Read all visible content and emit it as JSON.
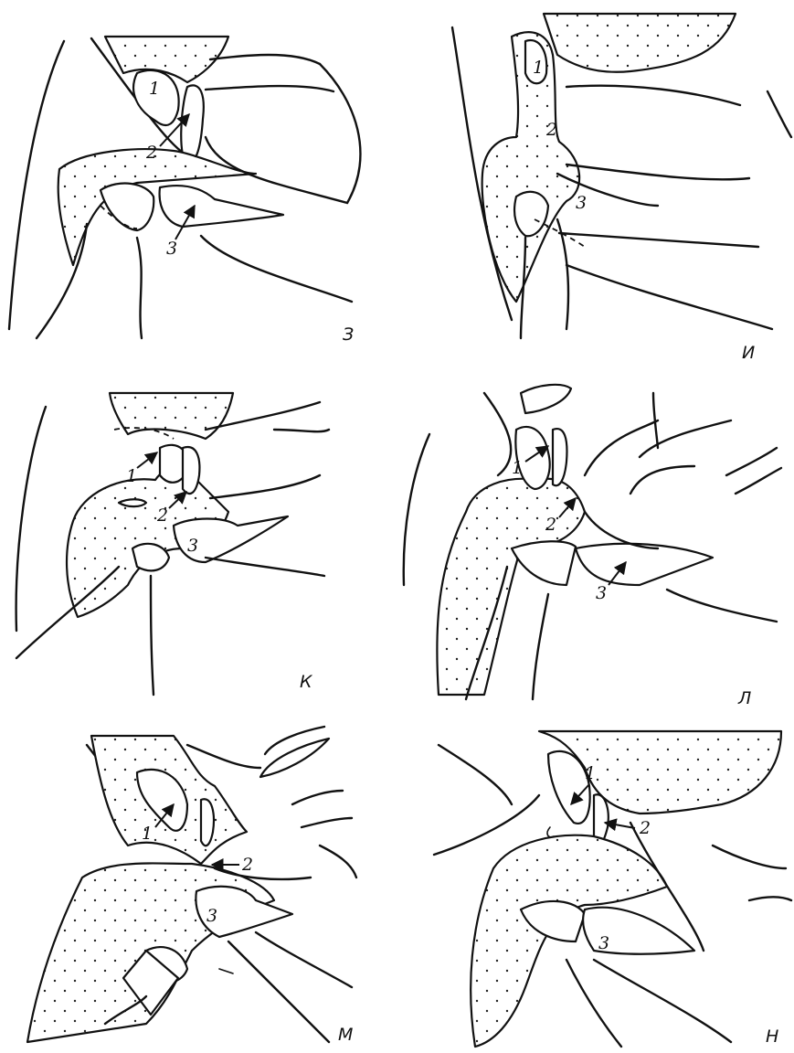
{
  "panels": [
    {
      "id": "z",
      "label": "З",
      "parts": [
        "1",
        "2",
        "3"
      ]
    },
    {
      "id": "i",
      "label": "И",
      "parts": [
        "1",
        "2",
        "3"
      ]
    },
    {
      "id": "k",
      "label": "К",
      "parts": [
        "1",
        "2",
        "3"
      ]
    },
    {
      "id": "l",
      "label": "Л",
      "parts": [
        "1",
        "2",
        "3"
      ]
    },
    {
      "id": "m",
      "label": "М",
      "parts": [
        "1",
        "2",
        "3"
      ]
    },
    {
      "id": "n",
      "label": "Н",
      "parts": [
        "1",
        "2",
        "3"
      ]
    }
  ]
}
